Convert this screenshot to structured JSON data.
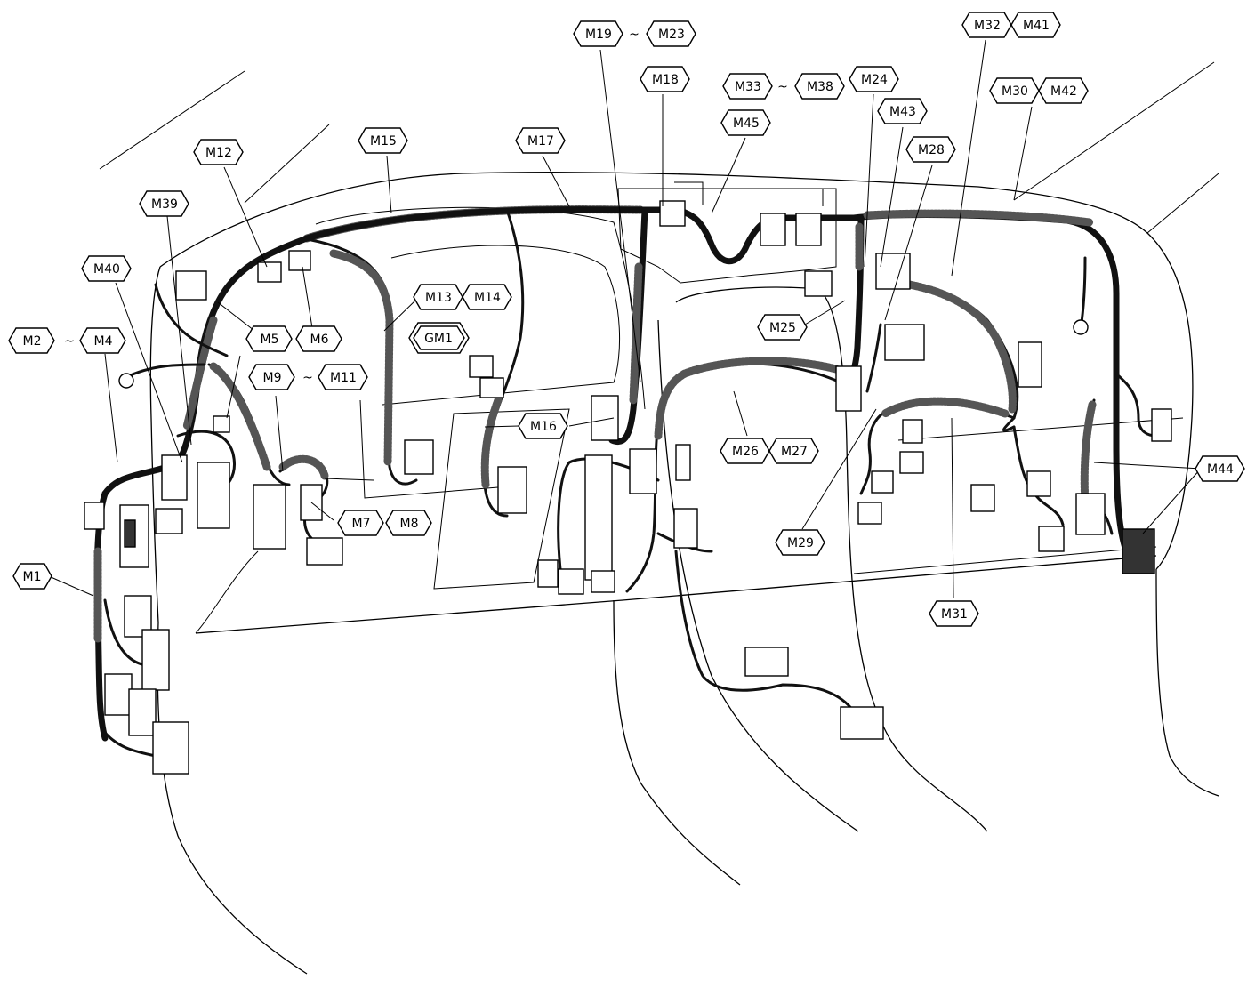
{
  "labels": {
    "M1": "M1",
    "M2": "M2",
    "M4": "M4",
    "M5": "M5",
    "M6": "M6",
    "M7": "M7",
    "M8": "M8",
    "M9": "M9",
    "M11": "M11",
    "M12": "M12",
    "M13": "M13",
    "M14": "M14",
    "M15": "M15",
    "M16": "M16",
    "M17": "M17",
    "M18": "M18",
    "M19": "M19",
    "M23": "M23",
    "M24": "M24",
    "M25": "M25",
    "M26": "M26",
    "M27": "M27",
    "M28": "M28",
    "M29": "M29",
    "M30": "M30",
    "M31": "M31",
    "M32": "M32",
    "M33": "M33",
    "M38": "M38",
    "M39": "M39",
    "M40": "M40",
    "M41": "M41",
    "M42": "M42",
    "M43": "M43",
    "M44": "M44",
    "M45": "M45",
    "GM1": "GM1"
  },
  "range_separator": "~"
}
